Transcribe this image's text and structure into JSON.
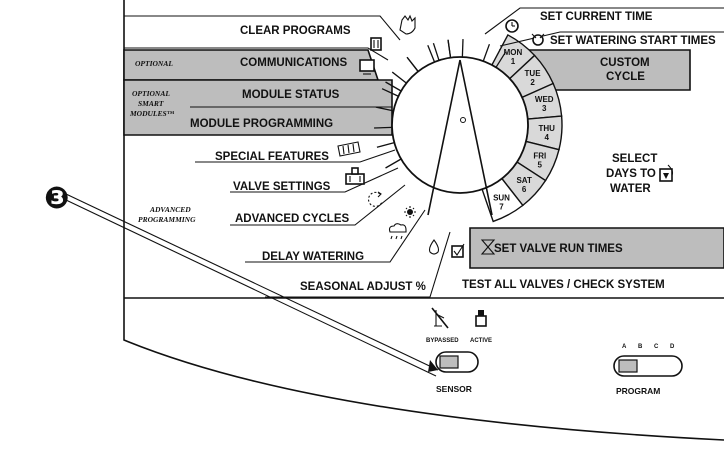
{
  "dial_labels": {
    "clear_programs": "CLEAR PROGRAMS",
    "set_current_time": "SET CURRENT TIME",
    "set_watering_start_times": "SET WATERING START TIMES",
    "communications": "COMMUNICATIONS",
    "optional": "OPTIONAL",
    "optional_smart_modules_1": "OPTIONAL",
    "optional_smart_modules_2": "SMART",
    "optional_smart_modules_3": "MODULES™",
    "module_status": "MODULE STATUS",
    "module_programming": "MODULE PROGRAMMING",
    "special_features": "SPECIAL FEATURES",
    "valve_settings": "VALVE SETTINGS",
    "advanced_programming_1": "ADVANCED",
    "advanced_programming_2": "PROGRAMMING",
    "advanced_cycles": "ADVANCED CYCLES",
    "delay_watering": "DELAY WATERING",
    "seasonal_adjust": "SEASONAL ADJUST %",
    "test_all_valves": "TEST ALL VALVES / CHECK SYSTEM",
    "set_valve_run_times": "SET VALVE RUN TIMES",
    "custom_cycle_1": "CUSTOM",
    "custom_cycle_2": "CYCLE",
    "select_days_1": "SELECT",
    "select_days_2": "DAYS TO",
    "select_days_3": "WATER"
  },
  "days": [
    {
      "name": "MON",
      "num": "1"
    },
    {
      "name": "TUE",
      "num": "2"
    },
    {
      "name": "WED",
      "num": "3"
    },
    {
      "name": "THU",
      "num": "4"
    },
    {
      "name": "FRI",
      "num": "5"
    },
    {
      "name": "SAT",
      "num": "6"
    },
    {
      "name": "SUN",
      "num": "7"
    }
  ],
  "callout": {
    "number": "❸"
  },
  "sensor": {
    "label": "SENSOR",
    "bypassed": "BYPASSED",
    "active": "ACTIVE"
  },
  "program": {
    "label": "PROGRAM",
    "letters": [
      "A",
      "B",
      "C",
      "D"
    ]
  },
  "colors": {
    "panel_gray": "#bdbdbd",
    "ink": "#111111"
  }
}
